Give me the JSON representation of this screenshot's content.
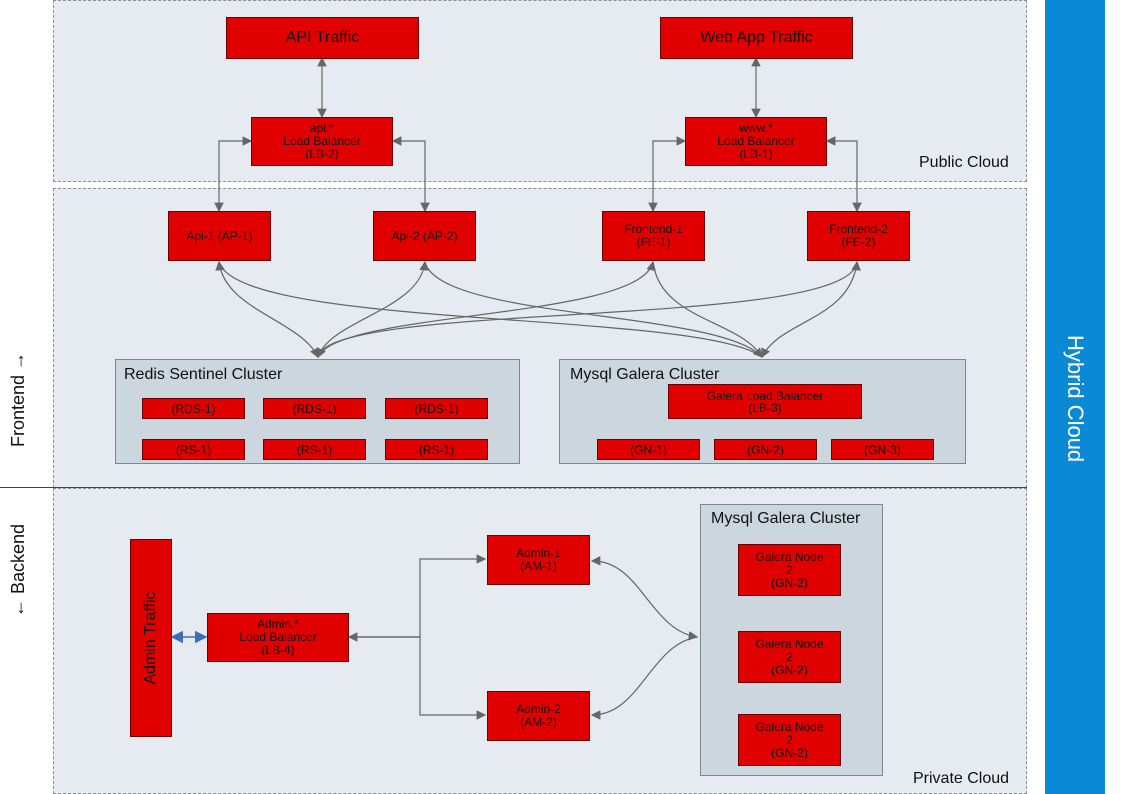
{
  "zones": {
    "public_cloud": "Public Cloud",
    "private_cloud": "Private Cloud",
    "hybrid_cloud": "Hybrid Cloud",
    "frontend": "Frontend →",
    "backend": "← Backend"
  },
  "traffic": {
    "api": "API Traffic",
    "web": "Web App Traffic",
    "admin": "Admin Traffic"
  },
  "load_balancers": {
    "lb2": "api.*\nLoad Balancer\n(LB-2)",
    "lb1": "www.*\nLoad Balancer\n(LB-1)",
    "lb4": "Admin.*\nLoad Balancer\n(LB-4)"
  },
  "servers": {
    "ap1": "Api-1 (AP-1)",
    "ap2": "Api-2 (AP-2)",
    "fe1": "Frontend-1\n(FE-1)",
    "fe2": "Frontend-2\n(FE-2)",
    "am1": "Admin-1\n(AM-1)",
    "am2": "Admin-2\n(AM-2)"
  },
  "redis": {
    "title": "Redis Sentinel Cluster",
    "rds": [
      "(RDS-1)",
      "(RDS-1)",
      "(RDS-1)"
    ],
    "rs": [
      "(RS-1)",
      "(RS-1)",
      "(RS-1)"
    ]
  },
  "galera_front": {
    "title": "Mysql Galera Cluster",
    "lb": "Galera Load Balancer\n(LB-3)",
    "nodes": [
      "(GN-1)",
      "(GN-2)",
      "(GN-3)"
    ]
  },
  "galera_back": {
    "title": "Mysql Galera Cluster",
    "nodes": [
      "Galera Node\n2\n(GN-2)",
      "Galera Node\n2\n(GN-2)",
      "Galera Node\n2\n(GN-2)"
    ]
  },
  "colors": {
    "box": "#e00000",
    "zone": "#e6ebf1",
    "cluster": "#ccd6de",
    "hybrid": "#0a8ad6",
    "divider": "#e00000",
    "arrow": "#666666",
    "admin_arrow": "#3a6fb8"
  }
}
